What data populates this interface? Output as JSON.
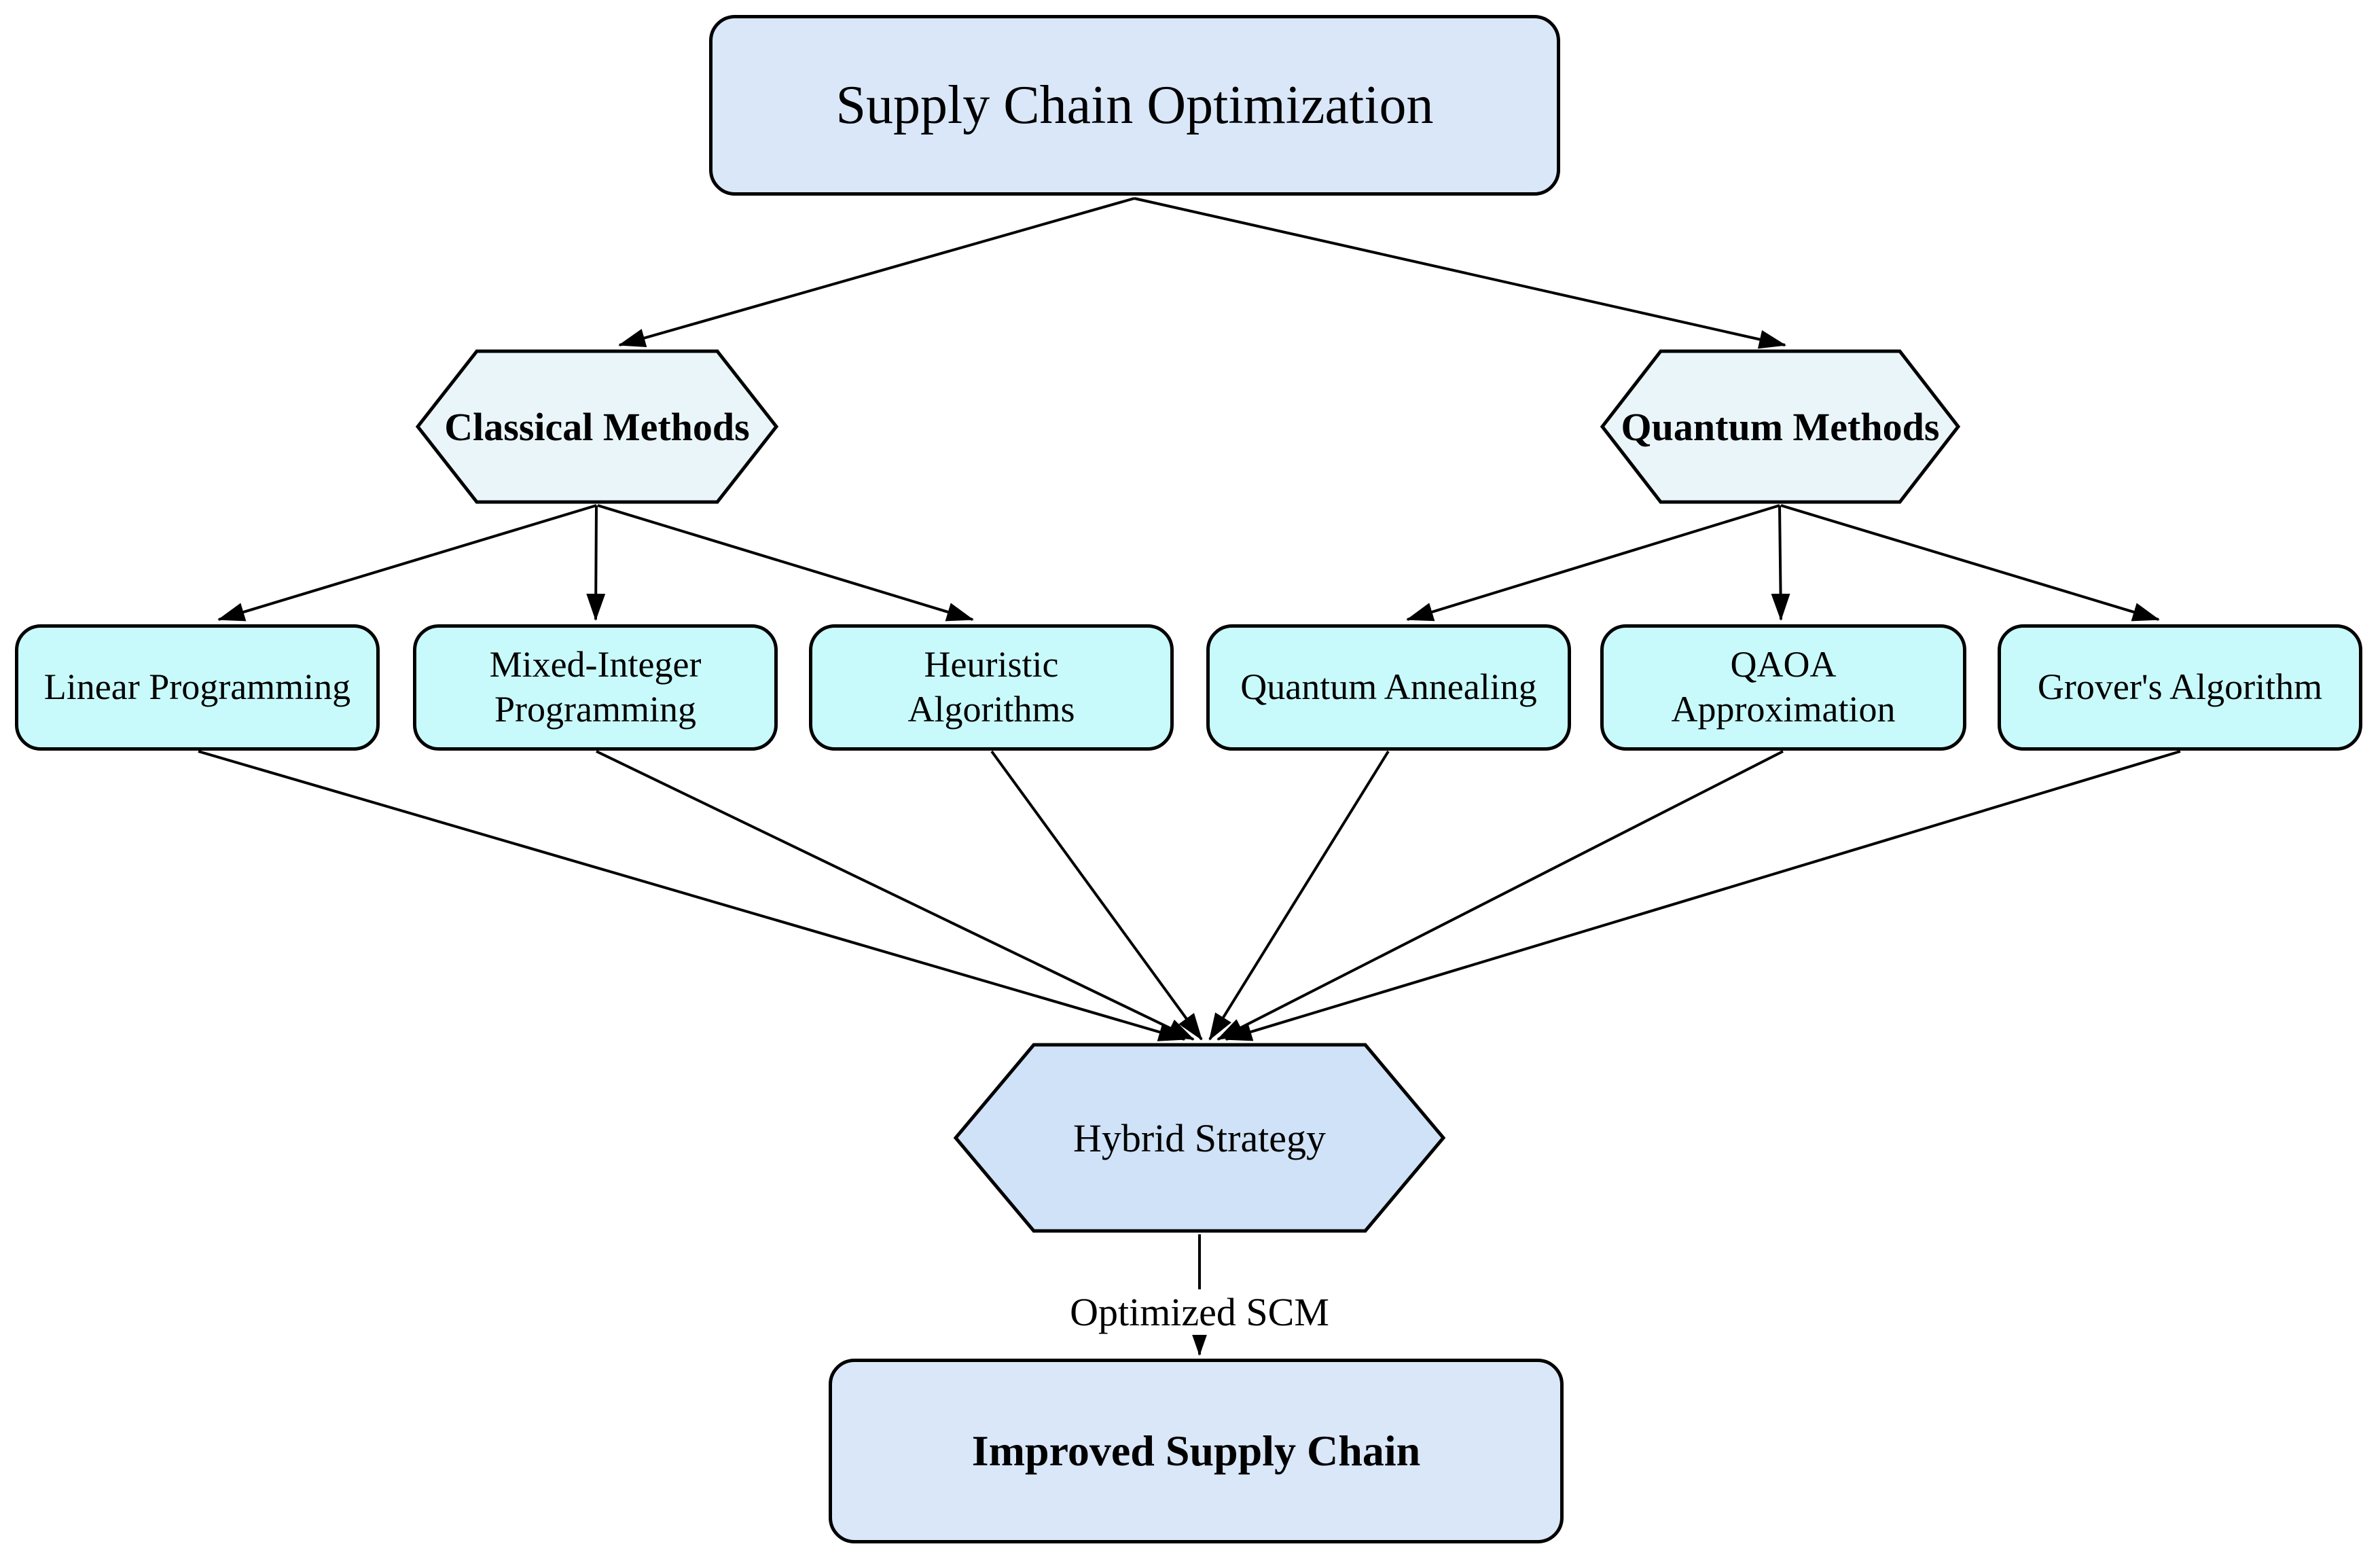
{
  "colors": {
    "background": "#ffffff",
    "node_blue_fill": "#d9e7f8",
    "hexagon_pale_fill": "#eaf5fa",
    "hexagon_blue_fill": "#cfe2f7",
    "method_cyan_fill": "#c9fafb",
    "border": "#000000",
    "edge": "#000000"
  },
  "nodes": {
    "root": {
      "label": "Supply Chain Optimization"
    },
    "classical": {
      "label": "Classical Methods"
    },
    "quantum": {
      "label": "Quantum Methods"
    },
    "linear_programming": {
      "label": "Linear Programming"
    },
    "mixed_integer_programming": {
      "label": "Mixed-Integer Programming"
    },
    "heuristic_algorithms": {
      "label": "Heuristic Algorithms"
    },
    "quantum_annealing": {
      "label": "Quantum Annealing"
    },
    "qaoa_approximation": {
      "label": "QAOA Approximation"
    },
    "grovers_algorithm": {
      "label": "Grover's Algorithm"
    },
    "hybrid_strategy": {
      "label": "Hybrid Strategy"
    },
    "improved_supply_chain": {
      "label": "Improved Supply Chain"
    }
  },
  "edge_labels": {
    "optimized_scm": "Optimized SCM"
  }
}
